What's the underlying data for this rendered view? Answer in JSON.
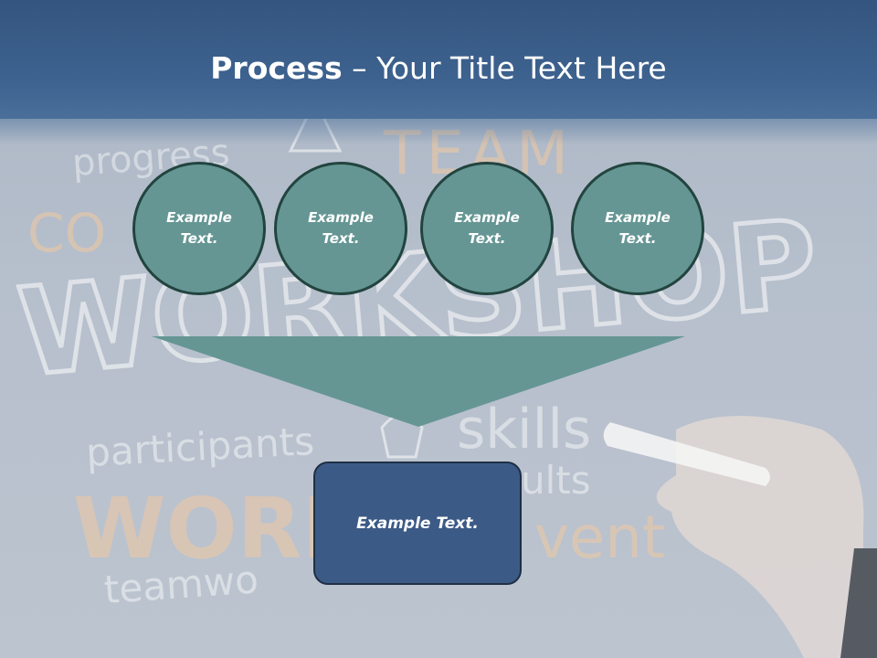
{
  "title": {
    "bold_part": "Process",
    "rest": " – Your Title Text Here"
  },
  "background_words": {
    "progress": "progress",
    "team": "TEAM",
    "co": "CO",
    "workshop": "WORKSHOP",
    "participants": "participants",
    "skills": "skills",
    "work": "WORK",
    "results": "ults",
    "event": "vent",
    "teamwork": "teamwo"
  },
  "circles": [
    {
      "label": "Example Text."
    },
    {
      "label": "Example Text."
    },
    {
      "label": "Example Text."
    },
    {
      "label": "Example Text."
    }
  ],
  "result": {
    "label": "Example Text."
  },
  "colors": {
    "title_bar": "#3e6390",
    "circle_fill": "#659694",
    "circle_border": "#22443f",
    "funnel_fill": "#659694",
    "result_fill": "#3c5a86"
  }
}
